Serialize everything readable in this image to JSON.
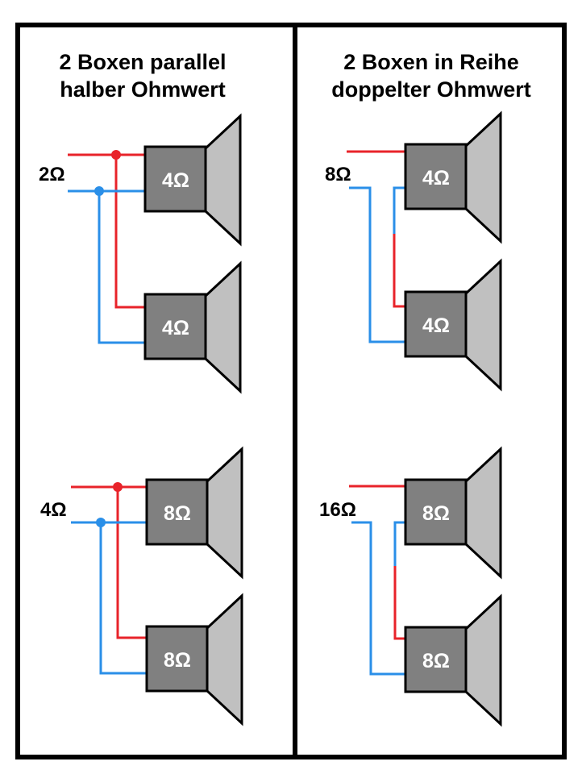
{
  "panels": {
    "left": {
      "title_line1": "2 Boxen parallel",
      "title_line2": "halber Ohmwert",
      "top": {
        "input_ohm": "2Ω",
        "speaker1": "4Ω",
        "speaker2": "4Ω"
      },
      "bottom": {
        "input_ohm": "4Ω",
        "speaker1": "8Ω",
        "speaker2": "8Ω"
      }
    },
    "right": {
      "title_line1": "2 Boxen in Reihe",
      "title_line2": "doppelter Ohmwert",
      "top": {
        "input_ohm": "8Ω",
        "speaker1": "4Ω",
        "speaker2": "4Ω"
      },
      "bottom": {
        "input_ohm": "16Ω",
        "speaker1": "8Ω",
        "speaker2": "8Ω"
      }
    }
  },
  "colors": {
    "positive_wire": "#e8232a",
    "negative_wire": "#2a8fe8",
    "magnet": "#808080",
    "cone": "#c0c0c0",
    "frame": "#000000",
    "box_text": "#ffffff"
  }
}
